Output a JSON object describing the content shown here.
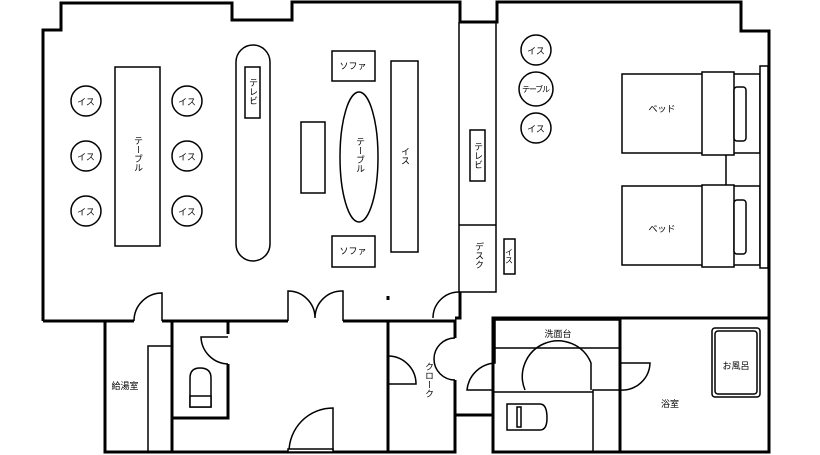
{
  "living_room": {
    "dining_chairs": [
      "イス",
      "イス",
      "イス",
      "イス",
      "イス",
      "イス"
    ],
    "dining_table": "テーブル",
    "tv": "テレビ",
    "sofas": [
      "ソファ",
      "ソファ"
    ],
    "coffee_table": "テーブル",
    "bench": "イス"
  },
  "bedroom": {
    "chairs": [
      "イス",
      "イス"
    ],
    "side_table": "テーブル",
    "tv": "テレビ",
    "desk": "デスク",
    "desk_chair": "イス",
    "beds": [
      "ベッド",
      "ベッド"
    ]
  },
  "service": {
    "pantry": "給湯室",
    "cloak": "クローク",
    "washbasin": "洗面台",
    "bathtub": "お風呂",
    "bathroom": "浴室"
  }
}
